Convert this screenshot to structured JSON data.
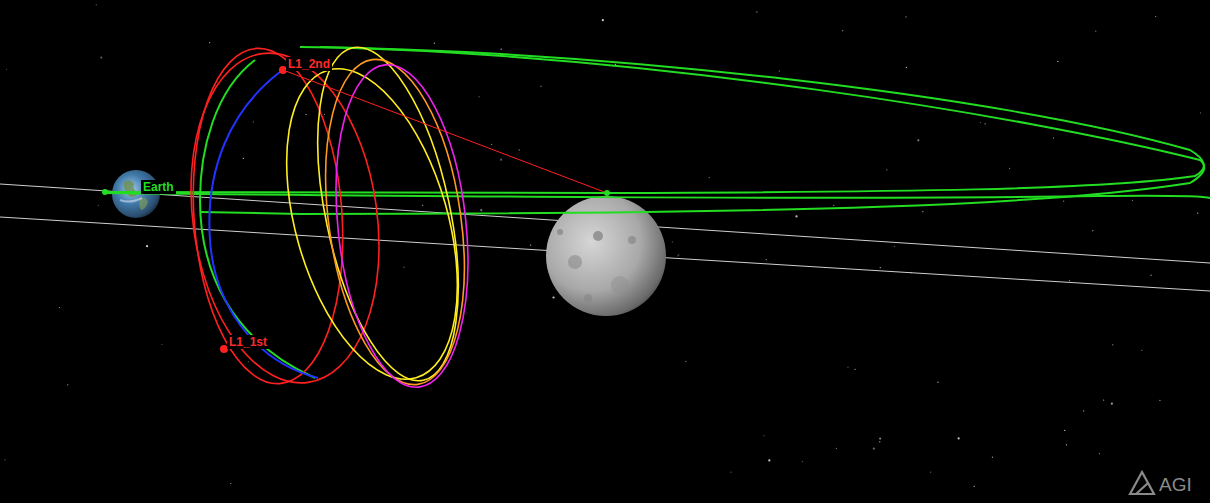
{
  "diagram": {
    "labels": [
      "L1_2nd",
      "Earth",
      "L1_1st",
      "AGI"
    ]
  }
}
